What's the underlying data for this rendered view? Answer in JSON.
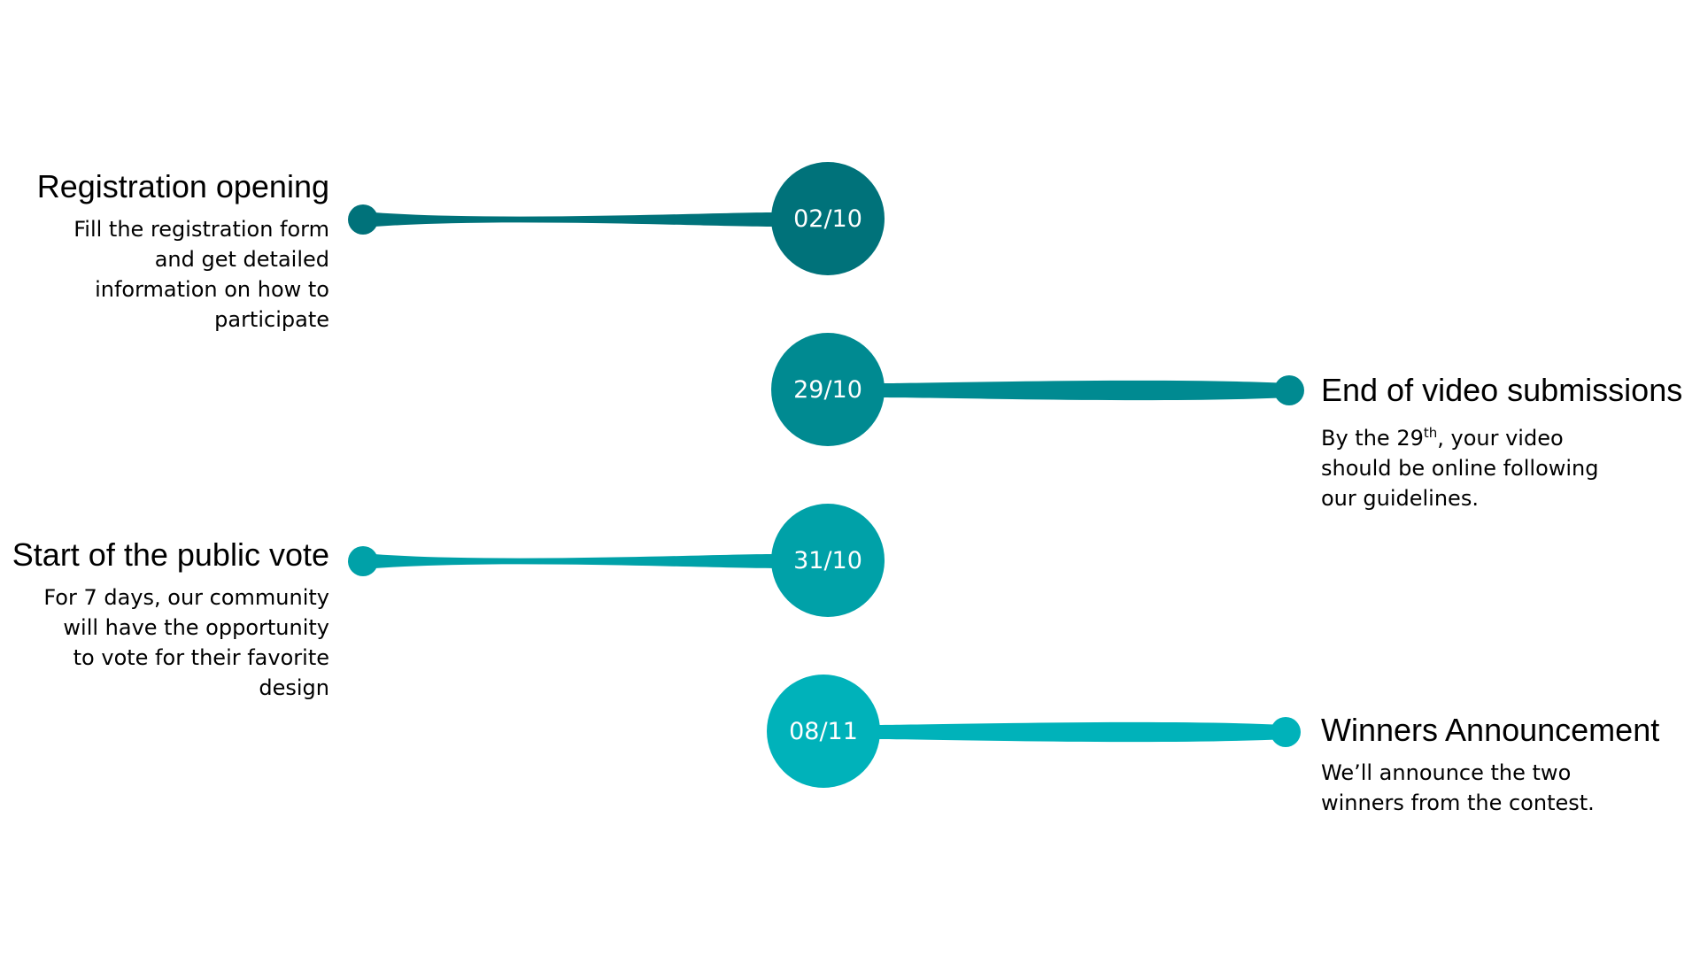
{
  "colors": {
    "milestone_1": "#00727A",
    "milestone_2": "#008A91",
    "milestone_3": "#00A1A8",
    "milestone_4": "#00B2BA"
  },
  "milestones": [
    {
      "date": "02/10",
      "title": "Registration opening",
      "description_lines": [
        "Fill the registration form",
        "and get detailed",
        "information on how to",
        "participate"
      ]
    },
    {
      "date": "29/10",
      "title": "End of video submissions",
      "description_pre": "By the 29",
      "description_sup": "th",
      "description_post": ", your video",
      "description_lines": [
        "should be online following",
        "our guidelines."
      ]
    },
    {
      "date": "31/10",
      "title": "Start of the public vote",
      "description_lines": [
        "For 7 days, our community",
        "will have the opportunity",
        "to vote for their favorite",
        "design"
      ]
    },
    {
      "date": "08/11",
      "title": "Winners Announcement",
      "description_lines": [
        "We’ll announce the two",
        "winners from the contest."
      ]
    }
  ]
}
